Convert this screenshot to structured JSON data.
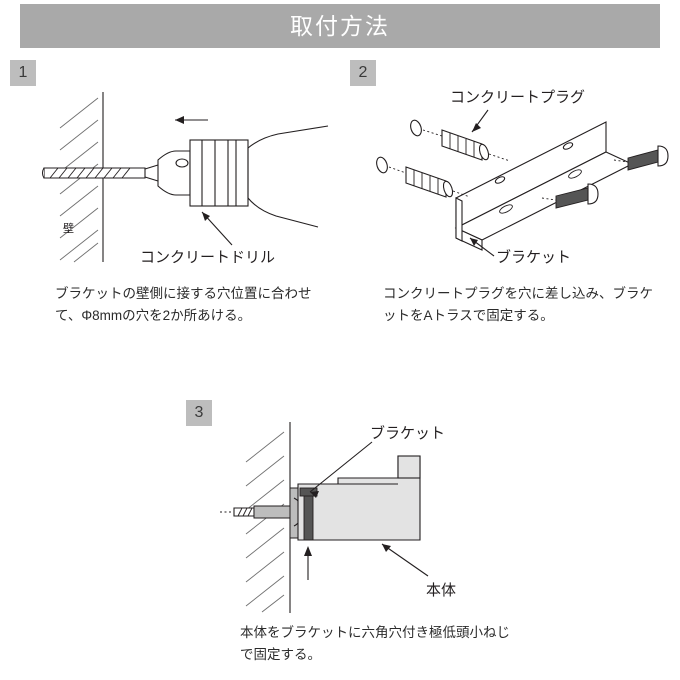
{
  "header": {
    "title": "取付方法",
    "bar_color": "#a9a9a9",
    "title_color": "#ffffff"
  },
  "badge_color": "#bdbdbd",
  "steps": [
    {
      "number": "1",
      "caption": "ブラケットの壁側に接する穴位置に合わせて、Φ8mmの穴を2か所あける。",
      "figure_labels": {
        "wall": "壁",
        "tool": "コンクリートドリル"
      }
    },
    {
      "number": "2",
      "caption": "コンクリートプラグを穴に差し込み、ブラケットをAトラスで固定する。",
      "figure_labels": {
        "plug": "コンクリートプラグ",
        "bracket": "ブラケット"
      }
    },
    {
      "number": "3",
      "caption": "本体をブラケットに六角穴付き極低頭小ねじで固定する。",
      "figure_labels": {
        "bracket": "ブラケット",
        "body": "本体"
      }
    }
  ]
}
